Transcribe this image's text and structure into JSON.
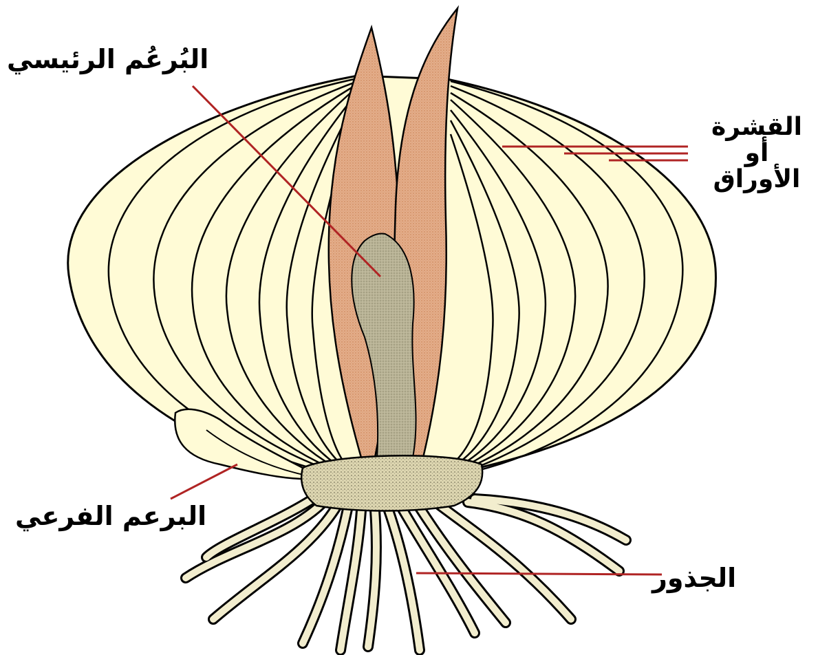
{
  "labels": {
    "main_bud": "البُرعُم الرئيسي",
    "scales": "القشرة\nأو\nالأوراق",
    "lateral_bud": "البرعم الفرعي",
    "roots": "الجذور"
  },
  "colors": {
    "scale_fill": "#fffbd6",
    "scale_stroke": "#000000",
    "leaf_fill": "#e3ae8a",
    "leaf_dot": "#c8784c",
    "bud_fill": "#b9b396",
    "base_fill": "#ddd6b0",
    "root_fill": "#f2edce",
    "leader_line": "#b02424"
  }
}
